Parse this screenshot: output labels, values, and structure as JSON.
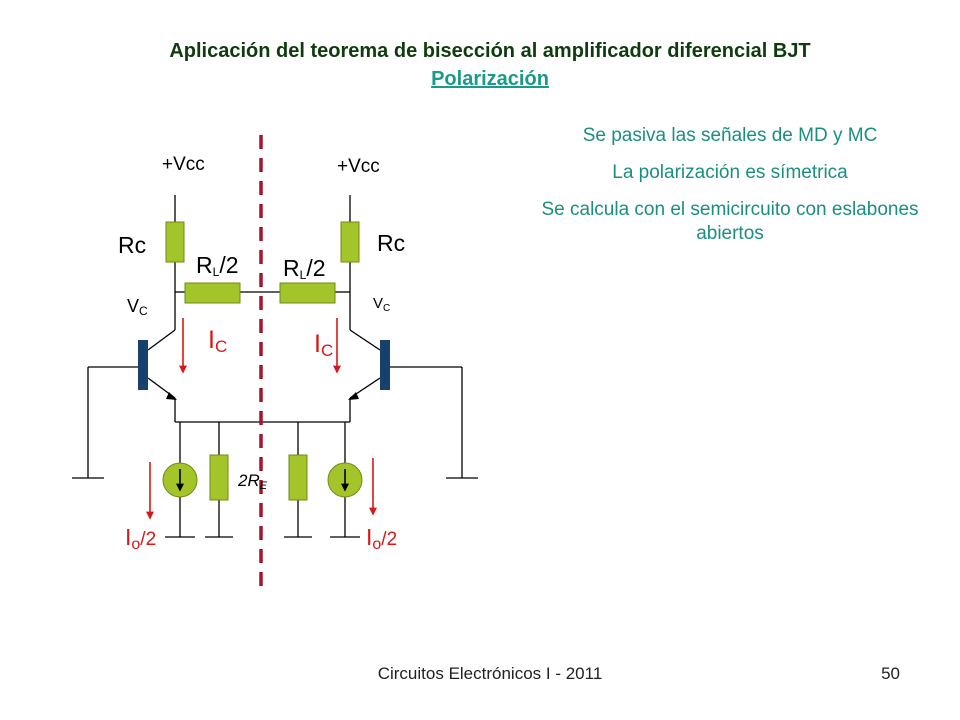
{
  "slide": {
    "title": "Aplicación del teorema de bisección al amplificador diferencial BJT",
    "subtitle": "Polarización",
    "footer": "Circuitos Electrónicos I - 2011",
    "page_number": "50"
  },
  "notes": [
    "Se pasiva las señales de MD y MC",
    "La polarización es símetrica",
    "Se calcula con el semicircuito con eslabones abiertos"
  ],
  "circuit": {
    "vcc_left": "+Vcc",
    "vcc_right": "+Vcc",
    "rc_left": "Rc",
    "rc_right": "Rc",
    "rl_main": "R",
    "rl_sub": "L",
    "rl_tail": "/2",
    "vc_main": "V",
    "vc_sub": "C",
    "ic_main": "I",
    "ic_sub": "C",
    "re_main": "2R",
    "re_sub": "E",
    "io_main": "I",
    "io_sub": "o",
    "io_tail": "/2"
  },
  "colors": {
    "resistor_fill": "#a4c52a",
    "resistor_stroke": "#6e8a16",
    "transistor": "#17406e",
    "arrow": "#d81818",
    "bisection_line": "#a41530",
    "title": "#0f3b0f",
    "notes": "#1a8f80"
  }
}
